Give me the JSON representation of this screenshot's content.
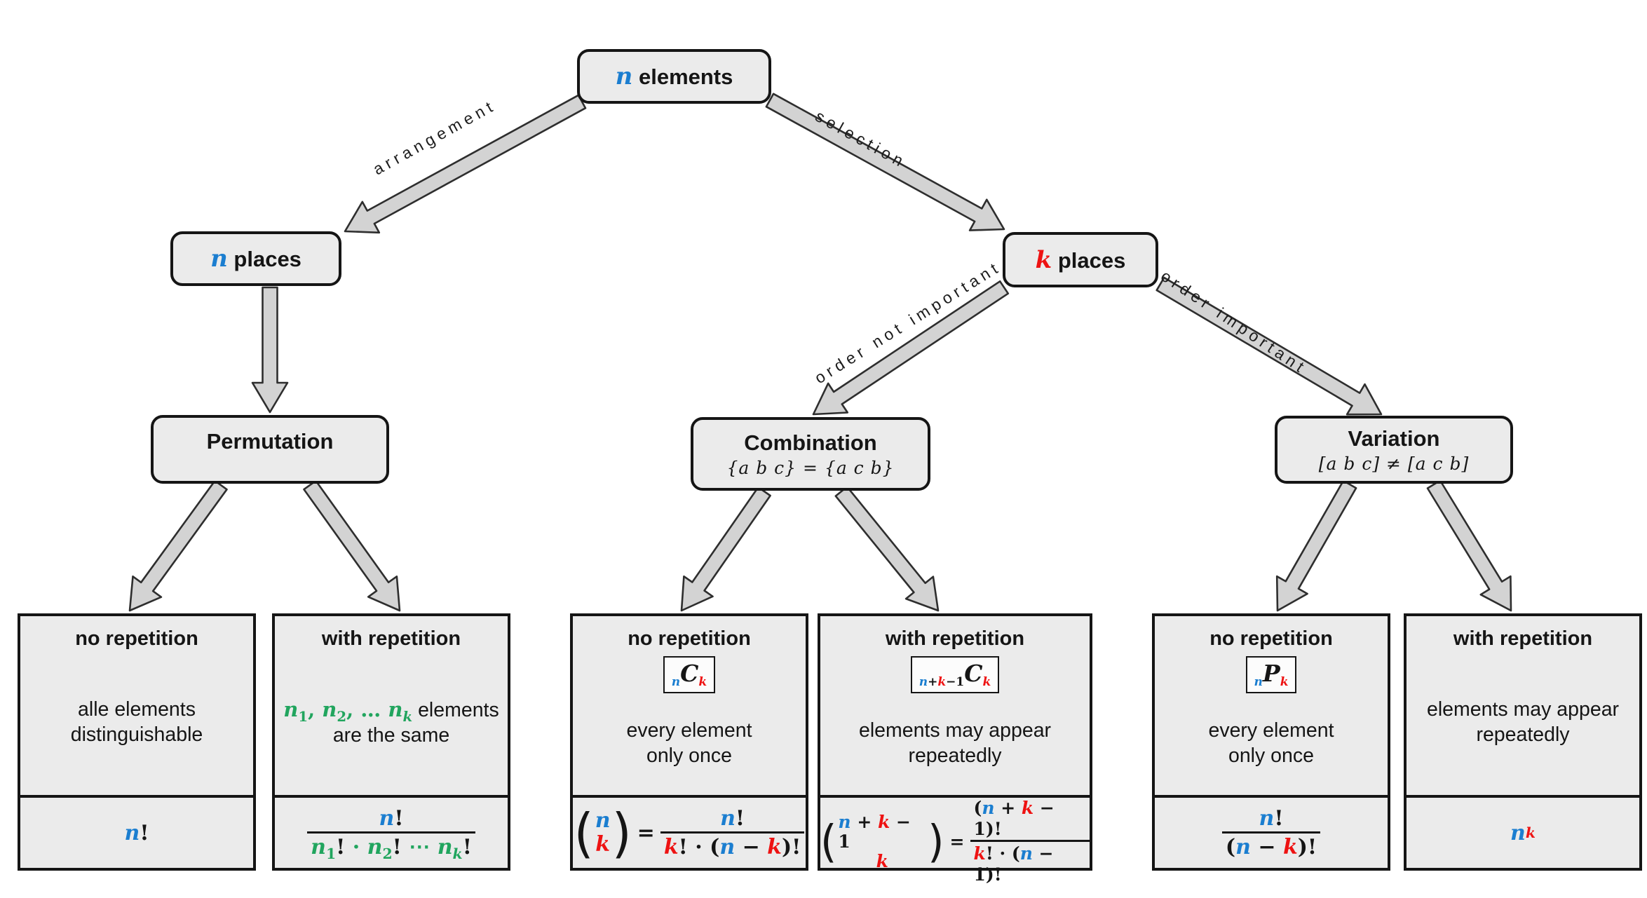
{
  "colors": {
    "variable_blue": "#1b7ed0",
    "variable_red": "#ee1212",
    "variable_green": "#21a55e",
    "box_fill": "#ebebeb",
    "box_border": "#151515",
    "arrow_fill": "#d3d3d3"
  },
  "nodes": {
    "root": {
      "title_html": "<i class='mv vb'>n</i> elements"
    },
    "n_places": {
      "title_html": "<i class='mv vb'>n</i> places"
    },
    "k_places": {
      "title_html": "<i class='mv vr'>k</i> places"
    },
    "permutation": {
      "title": "Permutation"
    },
    "combination": {
      "title": "Combination",
      "subtitle": "{a b c} = {a c b}"
    },
    "variation": {
      "title": "Variation",
      "subtitle": "[a b c] ≠ [a c b]"
    }
  },
  "edges": {
    "arrangement": "arrangement",
    "selection": "selection",
    "order_not_important": "order not important",
    "order_important": "order important"
  },
  "leaves": [
    {
      "title": "no repetition",
      "desc_html": "alle elements<br>distinguishable",
      "formula_html": "<i class='vb'>n</i>!"
    },
    {
      "title": "with repetition",
      "desc_html": "<span class='m'><i class='vg'>n</i><sub class='vg'>1</sub><span class='vg'>, </span><i class='vg'>n</i><sub class='vg'>2</sub><span class='vg'>, … </span><i class='vg'>n</i><sub class='vg'><i>k</i></sub></span> elements<br>are the same",
      "formula_html": "<span class='frac'><span class='fnum'><i class='vb'>n</i>!</span><span class='fden'><i class='vg'>n</i><sub class='vg'>1</sub>!<span class='vg'> · </span><i class='vg'>n</i><sub class='vg'>2</sub>!<span class='vg'> ⋯ </span><i class='vg'>n</i><sub class='vg'><i>k</i></sub>!</span></span>"
    },
    {
      "title": "no repetition",
      "badge_html": "<sub class='vb'><i>n</i></sub><span class='bigL'><i>C</i></span><sub class='vr'><i>k</i></sub>",
      "desc_html": "every element<br>only once",
      "formula_html": "<span class='binom'><span class='bparen'>(</span><span class='bstack'><i class='vb'>n</i><i class='vr'>k</i></span><span class='bparen'>)</span></span><span class='eq'>=</span><span class='frac'><span class='fnum'><i class='vb'>n</i>!</span><span class='fden'><i class='vr'>k</i>! · (<i class='vb'>n</i> − <i class='vr'>k</i>)!</span></span>"
    },
    {
      "title": "with repetition",
      "badge_html": "<sub><i class='vb'>n</i>+<i class='vr'>k</i>−1</sub><span class='bigL'><i>C</i></span><sub class='vr'><i>k</i></sub>",
      "desc_html": "elements may appear<br>repeatedly",
      "formula_html": "<span class='binom'><span class='bparen'>(</span><span class='bstack'><span><i class='vb'>n</i> + <i class='vr'>k</i> − 1</span><i class='vr'>k</i></span><span class='bparen'>)</span></span><span class='eq'>=</span><span class='frac'><span class='fnum'>(<i class='vb'>n</i> + <i class='vr'>k</i> − 1)!</span><span class='fden'><i class='vr'>k</i>! · (<i class='vb'>n</i> − 1)!</span></span>"
    },
    {
      "title": "no repetition",
      "badge_html": "<sub class='vb'><i>n</i></sub><span class='bigL'><i>P</i></span><sub class='vr'><i>k</i></sub>",
      "desc_html": "every element<br>only once",
      "formula_html": "<span class='frac'><span class='fnum'><i class='vb'>n</i>!</span><span class='fden'>(<i class='vb'>n</i> − <i class='vr'>k</i>)!</span></span>"
    },
    {
      "title": "with repetition",
      "desc_html": "elements may appear<br>repeatedly",
      "formula_html": "<i class='vb'>n</i><sup class='vr'><i>k</i></sup>"
    }
  ]
}
